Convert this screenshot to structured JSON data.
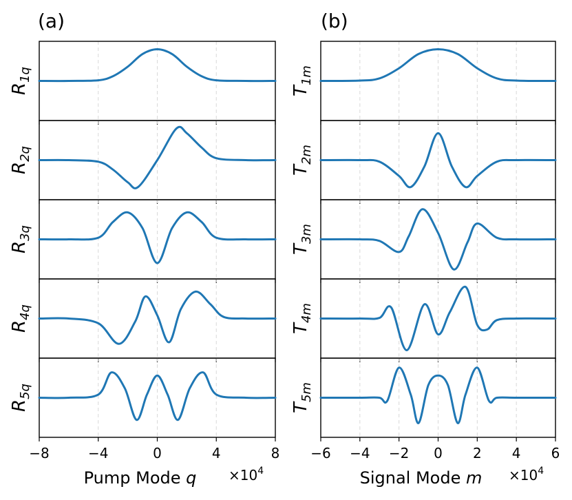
{
  "chart_data": [
    {
      "panel_label": "(a)",
      "type": "line",
      "xlabel_text": "Pump Mode ",
      "xlabel_var": "q",
      "multiplier": "×10",
      "multiplier_exp": "4",
      "xlim": [
        -8,
        8
      ],
      "xticks": [
        -8,
        -4,
        0,
        4,
        8
      ],
      "xtick_labels": [
        "−8",
        "−4",
        "0",
        "4",
        "8"
      ],
      "grid": "vertical dashed at ticks",
      "color": "#1f77b4",
      "subplots": [
        {
          "label_main": "R",
          "label_sub": "1q",
          "x": [
            -8,
            -6,
            -4,
            -3,
            -2,
            -1,
            0,
            1,
            2,
            3,
            4,
            6,
            8
          ],
          "y": [
            0,
            0,
            0.02,
            0.15,
            0.45,
            0.85,
            1.0,
            0.85,
            0.45,
            0.15,
            0.02,
            0,
            0
          ]
        },
        {
          "label_main": "R",
          "label_sub": "2q",
          "x": [
            -8,
            -6,
            -4,
            -3,
            -2,
            -1.3,
            0,
            1.3,
            2,
            3,
            4,
            6,
            8
          ],
          "y": [
            0,
            0,
            -0.05,
            -0.3,
            -0.7,
            -0.85,
            0,
            1.0,
            0.85,
            0.4,
            0.06,
            0,
            0
          ]
        },
        {
          "label_main": "R",
          "label_sub": "3q",
          "x": [
            -8,
            -6,
            -4,
            -3,
            -2,
            -1,
            0,
            1,
            2,
            3,
            4,
            6,
            8
          ],
          "y": [
            0,
            0,
            0.05,
            0.55,
            0.85,
            0.35,
            -0.75,
            0.35,
            0.85,
            0.55,
            0.05,
            0,
            0
          ]
        },
        {
          "label_main": "R",
          "label_sub": "4q",
          "x": [
            -8,
            -6,
            -4,
            -2.6,
            -1.5,
            -0.8,
            0,
            0.8,
            1.6,
            2.6,
            3.6,
            4.5,
            6,
            8
          ],
          "y": [
            0,
            0,
            -0.15,
            -0.8,
            -0.1,
            0.7,
            0.1,
            -0.75,
            0.3,
            0.85,
            0.45,
            0.05,
            0,
            0
          ]
        },
        {
          "label_main": "R",
          "label_sub": "5q",
          "x": [
            -8,
            -6,
            -4,
            -3.1,
            -2.2,
            -1.4,
            -0.7,
            0,
            0.7,
            1.4,
            2.2,
            3.1,
            4,
            6,
            8
          ],
          "y": [
            0,
            0,
            0.1,
            0.8,
            0.3,
            -0.7,
            0.1,
            0.7,
            0.1,
            -0.7,
            0.3,
            0.8,
            0.1,
            0,
            0
          ]
        }
      ]
    },
    {
      "panel_label": "(b)",
      "type": "line",
      "xlabel_text": "Signal Mode ",
      "xlabel_var": "m",
      "multiplier": "×10",
      "multiplier_exp": "4",
      "xlim": [
        -6,
        6
      ],
      "xticks": [
        -6,
        -4,
        -2,
        0,
        2,
        4,
        6
      ],
      "xtick_labels": [
        "−6",
        "−4",
        "−2",
        "0",
        "2",
        "4",
        "6"
      ],
      "grid": "vertical dashed at ticks",
      "color": "#1f77b4",
      "subplots": [
        {
          "label_main": "T",
          "label_sub": "1m",
          "x": [
            -6,
            -4,
            -3,
            -2,
            -1,
            0,
            1,
            2,
            3,
            4,
            6
          ],
          "y": [
            0,
            0.01,
            0.08,
            0.4,
            0.85,
            1.0,
            0.85,
            0.4,
            0.08,
            0.01,
            0
          ]
        },
        {
          "label_main": "T",
          "label_sub": "2m",
          "x": [
            -6,
            -4,
            -3,
            -2,
            -1.4,
            -0.7,
            0,
            0.7,
            1.4,
            2,
            3,
            4,
            6
          ],
          "y": [
            0,
            0,
            -0.05,
            -0.5,
            -0.85,
            -0.2,
            0.85,
            -0.2,
            -0.85,
            -0.5,
            -0.05,
            0,
            0
          ]
        },
        {
          "label_main": "T",
          "label_sub": "3m",
          "x": [
            -6,
            -4,
            -3,
            -2,
            -1.5,
            -0.8,
            0,
            0.8,
            1.5,
            2,
            3,
            4,
            6
          ],
          "y": [
            0,
            0,
            -0.05,
            -0.4,
            0.1,
            0.95,
            0.2,
            -0.95,
            -0.1,
            0.5,
            0.05,
            0,
            0
          ]
        },
        {
          "label_main": "T",
          "label_sub": "4m",
          "x": [
            -6,
            -4,
            -3,
            -2.4,
            -1.6,
            -0.7,
            0,
            0.6,
            1.4,
            2,
            2.5,
            3,
            4,
            6
          ],
          "y": [
            0,
            0,
            0.02,
            0.35,
            -1.0,
            0.45,
            -0.5,
            0.2,
            1.0,
            -0.2,
            -0.35,
            -0.05,
            0,
            0
          ]
        },
        {
          "label_main": "T",
          "label_sub": "5m",
          "x": [
            -6,
            -4,
            -3,
            -2.6,
            -2,
            -1.4,
            -1,
            -0.5,
            0,
            0.5,
            1,
            1.4,
            2,
            2.6,
            3,
            4,
            6
          ],
          "y": [
            0,
            0,
            0,
            -0.1,
            0.95,
            0.1,
            -0.8,
            0.4,
            0.7,
            0.4,
            -0.8,
            0.1,
            0.95,
            -0.1,
            0,
            0,
            0
          ]
        }
      ]
    }
  ]
}
